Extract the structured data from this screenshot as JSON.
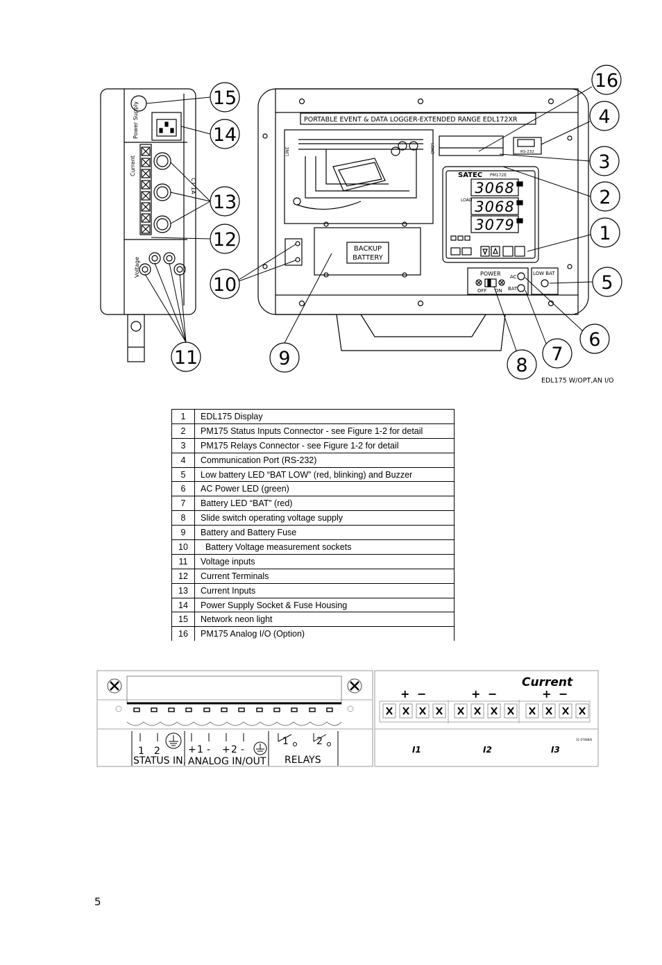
{
  "figure": {
    "panel_title": "PORTABLE EVENT & DATA LOGGER-EXTENDED RANGE   EDL172XR",
    "caption": "EDL175 W/OPT,AN I/O",
    "backup_battery": [
      "BACKUP",
      "BATTERY"
    ],
    "power_label": "POWER",
    "off_label": "OFF",
    "on_label": "ON",
    "ac_label": "AC",
    "bat_label": "BAT",
    "low_bat_label": "LOW BAT",
    "meter_brand": "SATEC",
    "meter_model": "PM172E",
    "rs232_label": "RS-232",
    "line_label": "LINE",
    "load_label": "LOAD",
    "display_load_label": "LOAD",
    "display_values": [
      "3068",
      "3068",
      "3079"
    ],
    "side_labels": {
      "power_supply": "Power Supply",
      "current": "Current",
      "voltage": "Voltage",
      "ct": "CT 1A"
    },
    "callouts": [
      "1",
      "2",
      "3",
      "4",
      "5",
      "6",
      "7",
      "8",
      "9",
      "10",
      "11",
      "12",
      "13",
      "14",
      "15",
      "16"
    ]
  },
  "legend": [
    {
      "num": "1",
      "text": "EDL175 Display"
    },
    {
      "num": "2",
      "text": "PM175 Status Inputs Connector - see Figure 1-2 for detail"
    },
    {
      "num": "3",
      "text": "PM175 Relays Connector - see Figure 1-2 for detail"
    },
    {
      "num": "4",
      "text": "Communication Port (RS-232)"
    },
    {
      "num": "5",
      "text": "Low battery LED “BAT LOW” (red, blinking) and Buzzer"
    },
    {
      "num": "6",
      "text": "AC Power LED (green)"
    },
    {
      "num": "7",
      "text": "Battery LED “BAT” (red)"
    },
    {
      "num": "8",
      "text": "Slide switch operating voltage supply"
    },
    {
      "num": "9",
      "text": "Battery and Battery Fuse"
    },
    {
      "num": "10",
      "text": "  Battery Voltage measurement sockets"
    },
    {
      "num": "11",
      "text": "Voltage inputs"
    },
    {
      "num": "12",
      "text": "Current Terminals"
    },
    {
      "num": "13",
      "text": "Current Inputs"
    },
    {
      "num": "14",
      "text": "Power Supply Socket & Fuse Housing"
    },
    {
      "num": "15",
      "text": "Network neon light"
    },
    {
      "num": "16",
      "text": "PM175 Analog I/O (Option)"
    }
  ],
  "connector": {
    "terminal_numbers": [
      "1",
      "2",
      "+",
      "1",
      "-",
      "+",
      "2",
      "-",
      "1",
      "2"
    ],
    "status_label": "STATUS IN.",
    "analog_label": "ANALOG IN/OUT",
    "relays_label": "RELAYS"
  },
  "current_block": {
    "title": "Current",
    "plus": "+",
    "minus": "−",
    "inputs": [
      "I1",
      "I2",
      "I3"
    ],
    "code": "31-07088/6"
  },
  "page_number": "5"
}
